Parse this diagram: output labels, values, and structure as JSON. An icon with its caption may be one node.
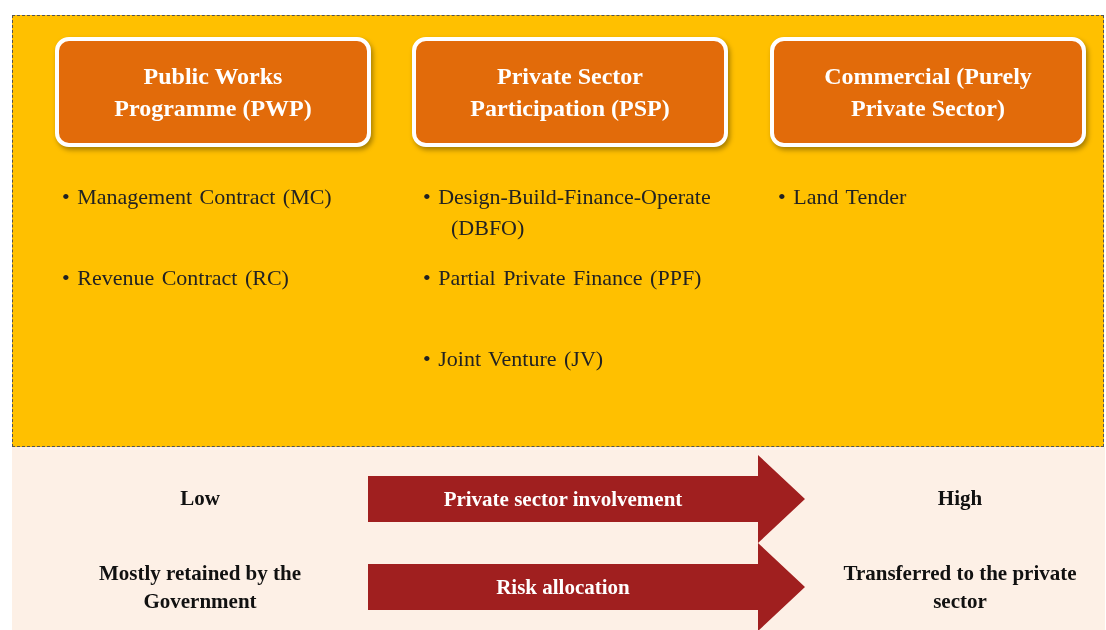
{
  "diagram": {
    "nodes": [
      {
        "text": [
          "Public Works Programme (PWP)"
        ]
      },
      {
        "text": [
          "Private Sector Participation (PSP)"
        ]
      },
      {
        "text": [
          "Commercial (Purely Private Sector)"
        ]
      },
      {
        "text": [
          "Private sector involvement"
        ]
      },
      {
        "text": [
          "Risk allocation"
        ]
      }
    ],
    "labels": [
      "• Management Contract (MC)",
      "• Revenue Contract (RC)",
      "• Design-Build-Finance-Operate (DBFO)",
      "• Partial Private Finance (PPF)",
      "• Joint Venture (JV)",
      "• Land Tender",
      "Low",
      "High",
      "Mostly retained by the Government",
      "Transferred to the private sector"
    ]
  }
}
